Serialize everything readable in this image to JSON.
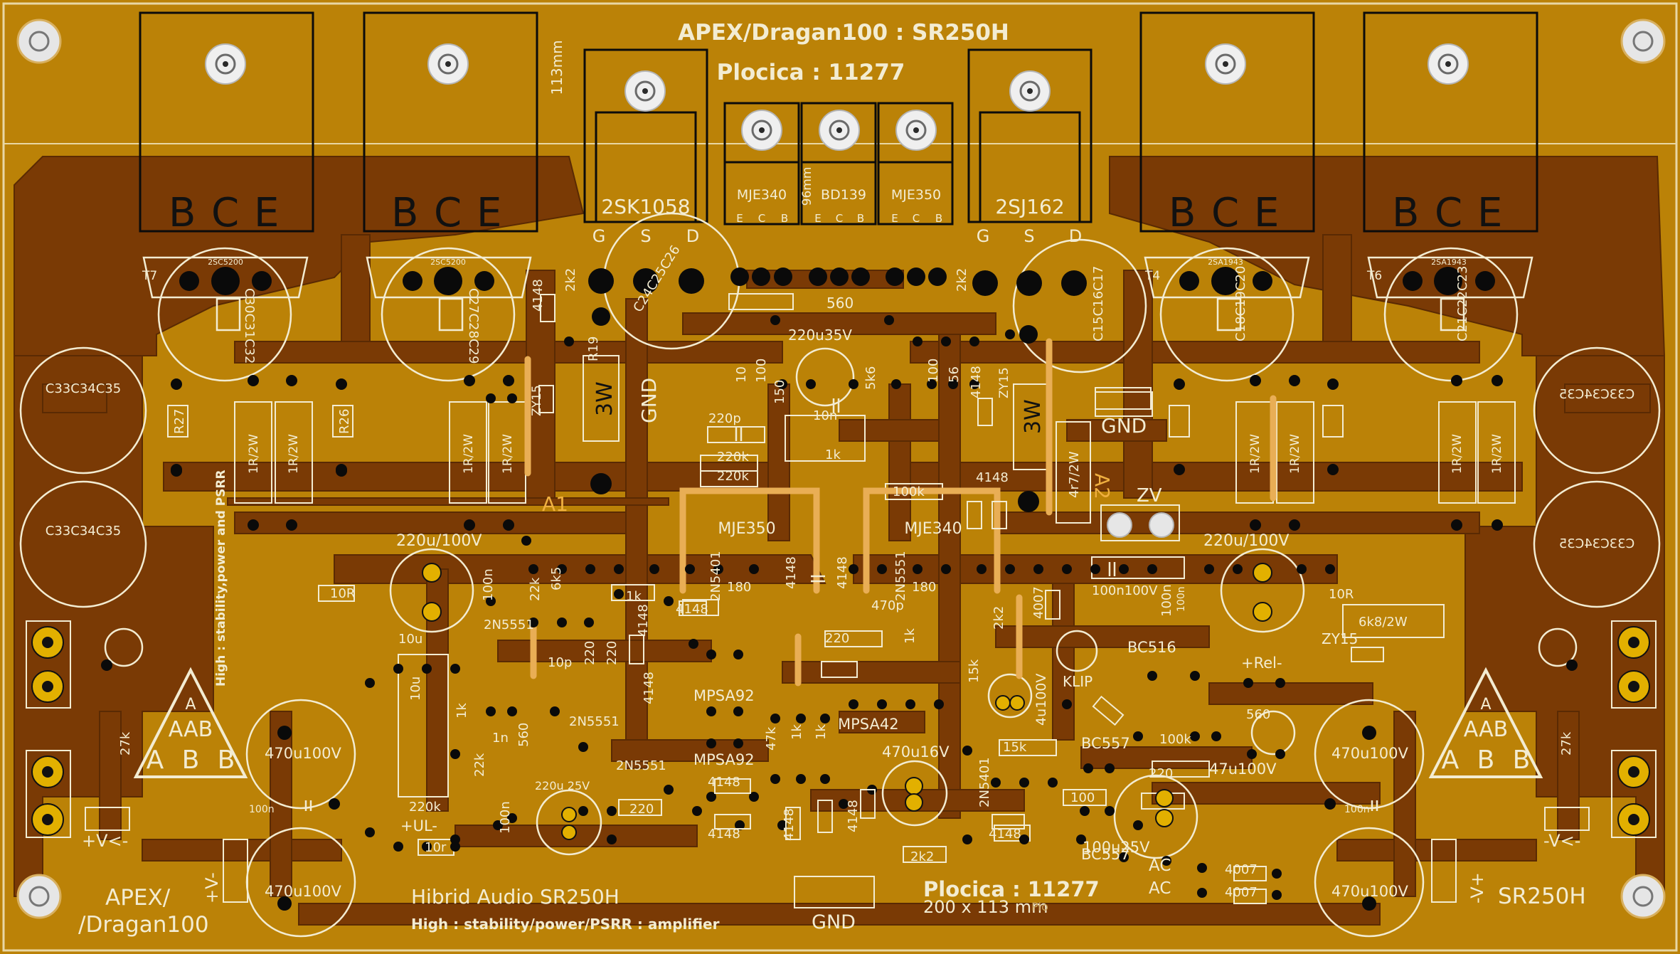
{
  "colors": {
    "board": "#bb8207",
    "copper": "#7a3a05",
    "copper_edge": "#5a2a03",
    "silkscreen": "#f3ecd2",
    "pad": "#0a0a0a",
    "pad_gold": "#e2b000",
    "jumper": "#e9ae55"
  },
  "header": {
    "title": "APEX/Dragan100 : SR250H",
    "board_no": "Plocica : 11277",
    "height_dim": "113mm"
  },
  "transistors": {
    "power_bce": [
      "B",
      "C",
      "E"
    ],
    "j1": {
      "name": "2SK1058",
      "pins": [
        "G",
        "S",
        "D"
      ]
    },
    "j2": {
      "name": "2SJ162",
      "pins": [
        "G",
        "S",
        "D"
      ]
    },
    "drivers": [
      {
        "name": "MJE340",
        "pins": [
          "E",
          "C",
          "B"
        ]
      },
      {
        "name": "BD139",
        "pins": [
          "E",
          "C",
          "B"
        ]
      },
      {
        "name": "MJE350",
        "pins": [
          "E",
          "C",
          "B"
        ]
      }
    ],
    "dim_96": "96mm",
    "t_left": [
      "T7"
    ],
    "t_right": [
      "T4",
      "T6"
    ],
    "pkg_left": "2SC5200",
    "pkg_right": "2SA1943"
  },
  "labels": {
    "caps_outer": "C33C34C35",
    "caps_outer_mirror": "C33C34C35",
    "c30": "C30C31C32",
    "c27": "C27C28C29",
    "c24": "C24C25C26",
    "c15": "C15C16C17",
    "c18": "C18C19C20",
    "c21": "C21C22C23",
    "r27": "R27",
    "r26": "R26",
    "r19": "R19",
    "r_1r2w": "1R/2W",
    "r_3w": "3W",
    "gnd": "GND",
    "gnd_bottom": "GND",
    "a1": "A1",
    "a2": "A2",
    "zv": "ZV",
    "zy15": "ZY15",
    "d4148": "4148",
    "r2k2": "2k2",
    "r560": "560",
    "c220u35v": "220u35V",
    "r10": "10",
    "r100": "100",
    "r150": "150",
    "c10n": "10n",
    "r5k6": "5k6",
    "r56": "56",
    "c220p": "220p",
    "r220k": "220k",
    "r1k": "1k",
    "r100k": "100k",
    "r4r7": "4r7/2W",
    "mje350": "MJE350",
    "mje340": "MJE340",
    "n2n5401": "2N5401",
    "n2n5551": "2N5551",
    "r180": "180",
    "c220u100v": "220u/100V",
    "r10R": "10R",
    "c100n": "100n",
    "r22k": "22k",
    "r6k5": "6k5",
    "c100n100v": "100n100V",
    "r6k8": "6k8/2W",
    "side_text": "High : stability,power and PSRR",
    "c10u": "10u",
    "c10p": "10p",
    "r220": "220",
    "r560_small": "560",
    "mpsa92": "MPSA92",
    "mpsa42": "MPSA42",
    "r47k": "47k",
    "r15k": "15k",
    "c470p": "470p",
    "c4u": "4u100V",
    "klip": "KLIP",
    "bc516": "BC516",
    "bc557": "BC557",
    "rel": "+Rel-",
    "r27k": "27k",
    "aab": [
      "A",
      "AAB",
      "A",
      "B",
      "B"
    ],
    "c470u100v": "470u100V",
    "c470u16v": "470u16V",
    "c47u100v": "47u100V",
    "c100u25v": "100u25V",
    "c220u25v": "220u 25V",
    "c1n": "1n",
    "r220k_b": "220k",
    "ul": "+UL-",
    "r10r_small": "10r",
    "d4007": "4007",
    "ac": "AC",
    "pv": "+V<-",
    "mv": "-V<-",
    "vplus_v": "+V-",
    "vminus_v": "-V+",
    "footer_left_1": "APEX/",
    "footer_left_2": "/Dragan100",
    "footer_center": "Hibrid Audio SR250H",
    "footer_center_sub": "High : stability/power/PSRR : amplifier",
    "footer_board": "Plocica : 11277",
    "footer_dim": "200 x 113 mm",
    "footer_right": "SR250H",
    "plo": "Plo"
  }
}
